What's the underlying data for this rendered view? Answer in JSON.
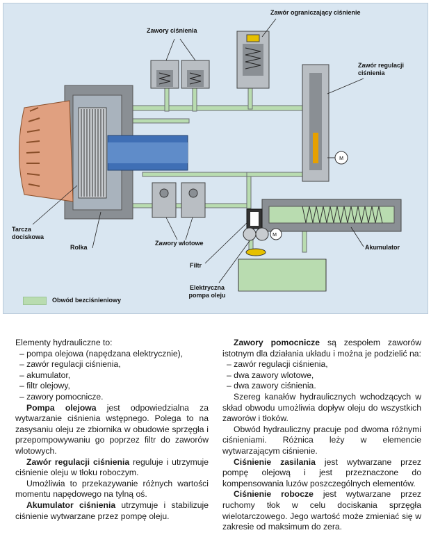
{
  "figure": {
    "labels": {
      "pressure_limiting_valve": "Zawór ograniczający ciśnienie",
      "pressure_valves": "Zawory ciśnienia",
      "pressure_reg_valve_1": "Zawór regulacji",
      "pressure_reg_valve_2": "ciśnienia",
      "pressure_plate_1": "Tarcza",
      "pressure_plate_2": "dociskowa",
      "roller": "Rolka",
      "inlet_valves": "Zawory wlotowe",
      "filter": "Filtr",
      "accumulator": "Akumulator",
      "pump_1": "Elektryczna",
      "pump_2": "pompa oleju",
      "motor_symbol": "M",
      "legend": "Obwód bezciśnieniowy"
    },
    "colors": {
      "background": "#d9e6f1",
      "unpressurized_circuit": "#b9dcb0",
      "housing": "#6b6f73",
      "clutch_blue": "#3f6fb5",
      "gear": "#e0a080"
    }
  },
  "text": {
    "left": {
      "intro": "Elementy hydrauliczne to:",
      "items": [
        "– pompa olejowa (napędzana elektrycznie),",
        "– zawór regulacji ciśnienia,",
        "– akumulator,",
        "– filtr olejowy,",
        "– zawory pomocnicze."
      ],
      "p1_bold": "Pompa olejowa",
      "p1_rest": " jest odpowiedzialna za wytwarzanie ciśnienia wstępnego. Polega to na zasysaniu oleju ze zbiornika w obudowie sprzęgła i przepompowywaniu go poprzez filtr do zaworów wlotowych.",
      "p2_bold": "Zawór regulacji ciśnienia",
      "p2_rest": " reguluje i utrzymuje ciśnienie oleju w tłoku roboczym.",
      "p3": "Umożliwia to przekazywanie różnych wartości momentu napędowego na tylną oś.",
      "p4_bold": "Akumulator ciśnienia",
      "p4_rest": " utrzymuje i stabilizuje ciśnienie wytwarzane przez pompę oleju."
    },
    "right": {
      "p1_bold": "Zawory pomocnicze",
      "p1_rest": " są zespołem zaworów istotnym dla działania układu i można je podzielić na:",
      "items": [
        "– zawór regulacji ciśnienia,",
        "– dwa zawory wlotowe,",
        "– dwa zawory ciśnienia."
      ],
      "p2": "Szereg kanałów hydraulicznych wchodzących w skład obwodu umożliwia dopływ oleju do wszystkich zaworów i tłoków.",
      "p3": "Obwód hydrauliczny pracuje pod dwoma różnymi ciśnieniami. Różnica leży w elemencie wytwarzającym ciśnienie.",
      "p4_bold": "Ciśnienie zasilania",
      "p4_rest": " jest wytwarzane przez pompę olejową i jest przeznaczone do kompensowania luzów poszczególnych elementów.",
      "p5_bold": "Ciśnienie robocze",
      "p5_rest": " jest wytwarzane przez ruchomy tłok w celu dociskania sprzęgła wielotarczowego. Jego wartość może zmieniać się w zakresie od maksimum do zera."
    }
  }
}
